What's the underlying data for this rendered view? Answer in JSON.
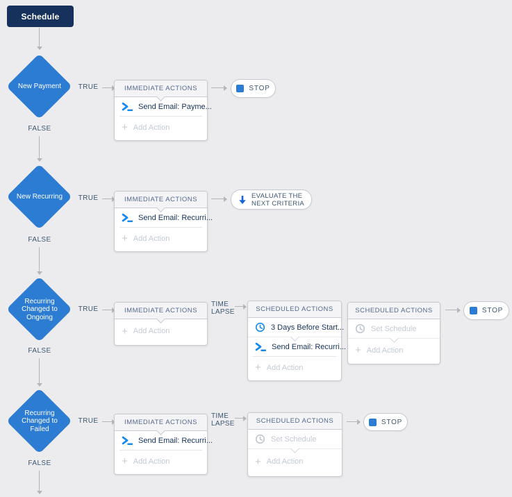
{
  "colors": {
    "background": "#ececee",
    "start_navy": "#16325c",
    "diamond_blue": "#2b7cd2",
    "icon_blue": "#1589ee",
    "stop_square_blue": "#2b7cd2"
  },
  "start": {
    "label": "Schedule"
  },
  "connectors": {
    "true_label": "TRUE",
    "false_label": "FALSE",
    "time_lapse_line1": "TIME",
    "time_lapse_line2": "LAPSE"
  },
  "terminals": {
    "stop_label": "STOP",
    "evaluate_line1": "EVALUATE THE",
    "evaluate_line2": "NEXT CRITERIA"
  },
  "box_headers": {
    "immediate": "IMMEDIATE ACTIONS",
    "scheduled": "SCHEDULED ACTIONS"
  },
  "common": {
    "add_action": "Add Action",
    "set_schedule": "Set Schedule"
  },
  "rows": [
    {
      "criteria_lines": [
        "New Payment"
      ],
      "immediate_actions": [
        {
          "icon": "send-email-icon",
          "label": "Send Email: Payme..."
        }
      ],
      "terminal": "stop"
    },
    {
      "criteria_lines": [
        "New Recurring"
      ],
      "immediate_actions": [
        {
          "icon": "send-email-icon",
          "label": "Send Email: Recurri..."
        }
      ],
      "terminal": "evaluate-next-criteria"
    },
    {
      "criteria_lines": [
        "Recurring",
        "Changed to",
        "Ongoing"
      ],
      "immediate_actions": [],
      "scheduled_boxes": [
        {
          "schedule_label": "3 Days Before Start...",
          "schedule_set": true,
          "actions": [
            {
              "icon": "send-email-icon",
              "label": "Send Email: Recurri..."
            }
          ]
        },
        {
          "schedule_label": "Set Schedule",
          "schedule_set": false,
          "actions": []
        }
      ],
      "terminal": "stop"
    },
    {
      "criteria_lines": [
        "Recurring",
        "Changed to",
        "Failed"
      ],
      "immediate_actions": [
        {
          "icon": "send-email-icon",
          "label": "Send Email: Recurri..."
        }
      ],
      "scheduled_boxes": [
        {
          "schedule_label": "Set Schedule",
          "schedule_set": false,
          "actions": []
        }
      ],
      "terminal": "stop"
    }
  ]
}
